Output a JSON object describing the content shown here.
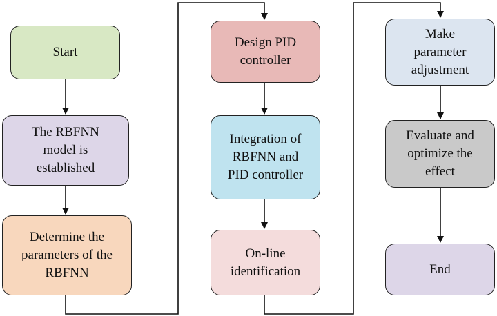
{
  "flowchart": {
    "nodes": [
      {
        "id": "start",
        "text": "Start",
        "color": "#d8e8c4"
      },
      {
        "id": "rbfnn",
        "text": "The RBFNN\nmodel is\nestablished",
        "color": "#ddd6e8"
      },
      {
        "id": "params",
        "text": "Determine the\nparameters of the\nRBFNN",
        "color": "#f8d7bd"
      },
      {
        "id": "design",
        "text": "Design PID\ncontroller",
        "color": "#e8b9b7"
      },
      {
        "id": "integr",
        "text": "Integration of\nRBFNN and\nPID controller",
        "color": "#bfe3ef"
      },
      {
        "id": "online",
        "text": "On-line\nidentification",
        "color": "#f4dcdc"
      },
      {
        "id": "adjust",
        "text": "Make\nparameter\nadjustment",
        "color": "#dce5f0"
      },
      {
        "id": "evaluate",
        "text": "Evaluate and\noptimize the\neffect",
        "color": "#c9c9c9"
      },
      {
        "id": "end",
        "text": "End",
        "color": "#ddd6e8"
      }
    ],
    "edges": [
      {
        "from": "start",
        "to": "rbfnn"
      },
      {
        "from": "rbfnn",
        "to": "params"
      },
      {
        "from": "params",
        "to": "design"
      },
      {
        "from": "design",
        "to": "integr"
      },
      {
        "from": "integr",
        "to": "online"
      },
      {
        "from": "online",
        "to": "adjust"
      },
      {
        "from": "adjust",
        "to": "evaluate"
      },
      {
        "from": "evaluate",
        "to": "end"
      }
    ],
    "line_color": "#111111"
  }
}
